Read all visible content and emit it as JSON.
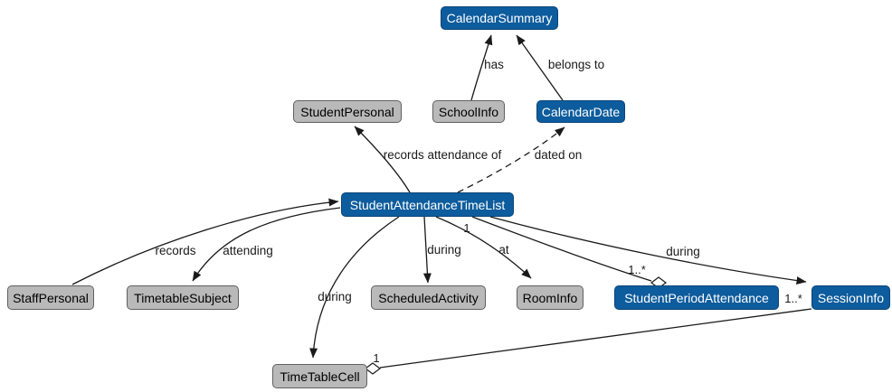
{
  "colors": {
    "node_primary_fill": "#0d5c9d",
    "node_primary_border": "#0a4578",
    "node_primary_text": "#ffffff",
    "node_secondary_fill": "#b9b9b9",
    "node_secondary_border": "#606060",
    "node_secondary_text": "#000000",
    "edge_color": "#1a1a1a",
    "bg": "#ffffff"
  },
  "nodes": {
    "calendar_summary": {
      "label": "CalendarSummary",
      "style": "primary-blue"
    },
    "student_personal": {
      "label": "StudentPersonal",
      "style": "secondary-gray"
    },
    "school_info": {
      "label": "SchoolInfo",
      "style": "secondary-gray"
    },
    "calendar_date": {
      "label": "CalendarDate",
      "style": "primary-blue"
    },
    "student_attendance_time_list": {
      "label": "StudentAttendanceTimeList",
      "style": "primary-blue"
    },
    "staff_personal": {
      "label": "StaffPersonal",
      "style": "secondary-gray"
    },
    "timetable_subject": {
      "label": "TimetableSubject",
      "style": "secondary-gray"
    },
    "scheduled_activity": {
      "label": "ScheduledActivity",
      "style": "secondary-gray"
    },
    "room_info": {
      "label": "RoomInfo",
      "style": "secondary-gray"
    },
    "student_period_attendance": {
      "label": "StudentPeriodAttendance",
      "style": "primary-blue"
    },
    "session_info": {
      "label": "SessionInfo",
      "style": "primary-blue"
    },
    "time_table_cell": {
      "label": "TimeTableCell",
      "style": "secondary-gray"
    }
  },
  "edge_labels": {
    "has": "has",
    "belongs_to": "belongs to",
    "records_attendance_of": "records attendance of",
    "dated_on": "dated on",
    "records": "records",
    "attending": "attending",
    "during_scheduled_activity": "during",
    "at": "at",
    "during_session": "during",
    "during_time_table_cell": "during",
    "mult_source_1": "1",
    "mult_student_period_attendance": "1..*",
    "mult_session_info": "1..*",
    "mult_time_table_cell": "1"
  },
  "edges": [
    {
      "from": "SchoolInfo",
      "to": "CalendarSummary",
      "label": "has",
      "style": "solid",
      "end": "arrow"
    },
    {
      "from": "CalendarDate",
      "to": "CalendarSummary",
      "label": "belongs to",
      "style": "solid",
      "end": "arrow"
    },
    {
      "from": "StudentAttendanceTimeList",
      "to": "StudentPersonal",
      "label": "records attendance of",
      "style": "solid",
      "end": "arrow"
    },
    {
      "from": "StudentAttendanceTimeList",
      "to": "CalendarDate",
      "label": "dated on",
      "style": "dashed",
      "end": "arrow"
    },
    {
      "from": "StaffPersonal",
      "to": "StudentAttendanceTimeList",
      "label": "records",
      "style": "solid",
      "end": "arrow"
    },
    {
      "from": "StudentAttendanceTimeList",
      "to": "TimetableSubject",
      "label": "attending",
      "style": "solid",
      "end": "arrow"
    },
    {
      "from": "StudentAttendanceTimeList",
      "to": "ScheduledActivity",
      "label": "during",
      "style": "solid",
      "end": "arrow"
    },
    {
      "from": "StudentAttendanceTimeList",
      "to": "RoomInfo",
      "label": "at",
      "style": "solid",
      "end": "arrow"
    },
    {
      "from": "StudentAttendanceTimeList",
      "to": "SessionInfo",
      "label": "during",
      "style": "solid",
      "end": "arrow"
    },
    {
      "from": "StudentAttendanceTimeList",
      "to": "StudentPeriodAttendance",
      "label": "",
      "style": "solid",
      "end": "open-diamond",
      "source_multiplicity": "1",
      "target_multiplicity": "1..*"
    },
    {
      "from": "StudentAttendanceTimeList",
      "to": "TimeTableCell",
      "label": "during",
      "style": "solid",
      "end": "arrow"
    },
    {
      "from": "TimeTableCell",
      "to": "SessionInfo",
      "label": "",
      "style": "solid",
      "start": "open-diamond",
      "start_multiplicity": "1",
      "target_multiplicity": "1..*"
    }
  ]
}
